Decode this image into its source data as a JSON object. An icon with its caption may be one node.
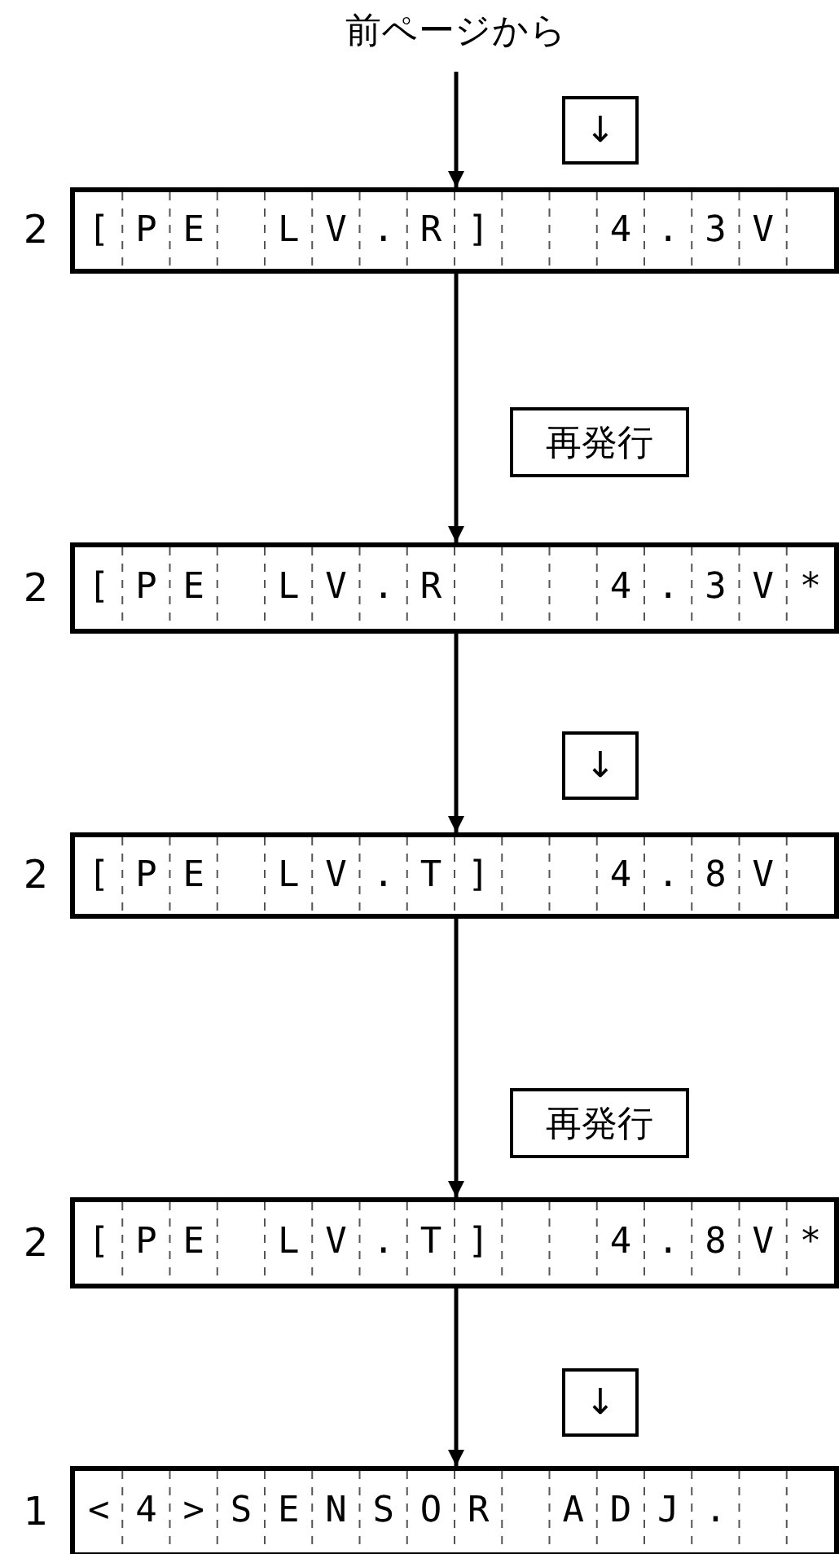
{
  "diagram": {
    "nodes": [
      {
        "text": [
          "前ページから"
        ]
      },
      {
        "text": [
          "↓"
        ]
      },
      {
        "text": [
          "[PE LV.R]  4.3V"
        ],
        "beside": [
          "2"
        ]
      },
      {
        "text": [
          "再発行"
        ]
      },
      {
        "text": [
          "[PE LV.R   4.3V*"
        ],
        "beside": [
          "2"
        ]
      },
      {
        "text": [
          "↓"
        ]
      },
      {
        "text": [
          "[PE LV.T]  4.8V"
        ],
        "beside": [
          "2"
        ]
      },
      {
        "text": [
          "再発行"
        ]
      },
      {
        "text": [
          "[PE LV.T]  4.8V*"
        ],
        "beside": [
          "2"
        ]
      },
      {
        "text": [
          "↓"
        ]
      },
      {
        "text": [
          "<4>SENSOR ADJ."
        ],
        "beside": [
          "1"
        ]
      }
    ],
    "edges": [
      {
        "from": 0,
        "to": 2,
        "arrow": "to"
      },
      {
        "from": 2,
        "to": 4,
        "arrow": "to"
      },
      {
        "from": 4,
        "to": 6,
        "arrow": "to"
      },
      {
        "from": 6,
        "to": 8,
        "arrow": "to"
      },
      {
        "from": 8,
        "to": 10,
        "arrow": "to"
      }
    ]
  }
}
